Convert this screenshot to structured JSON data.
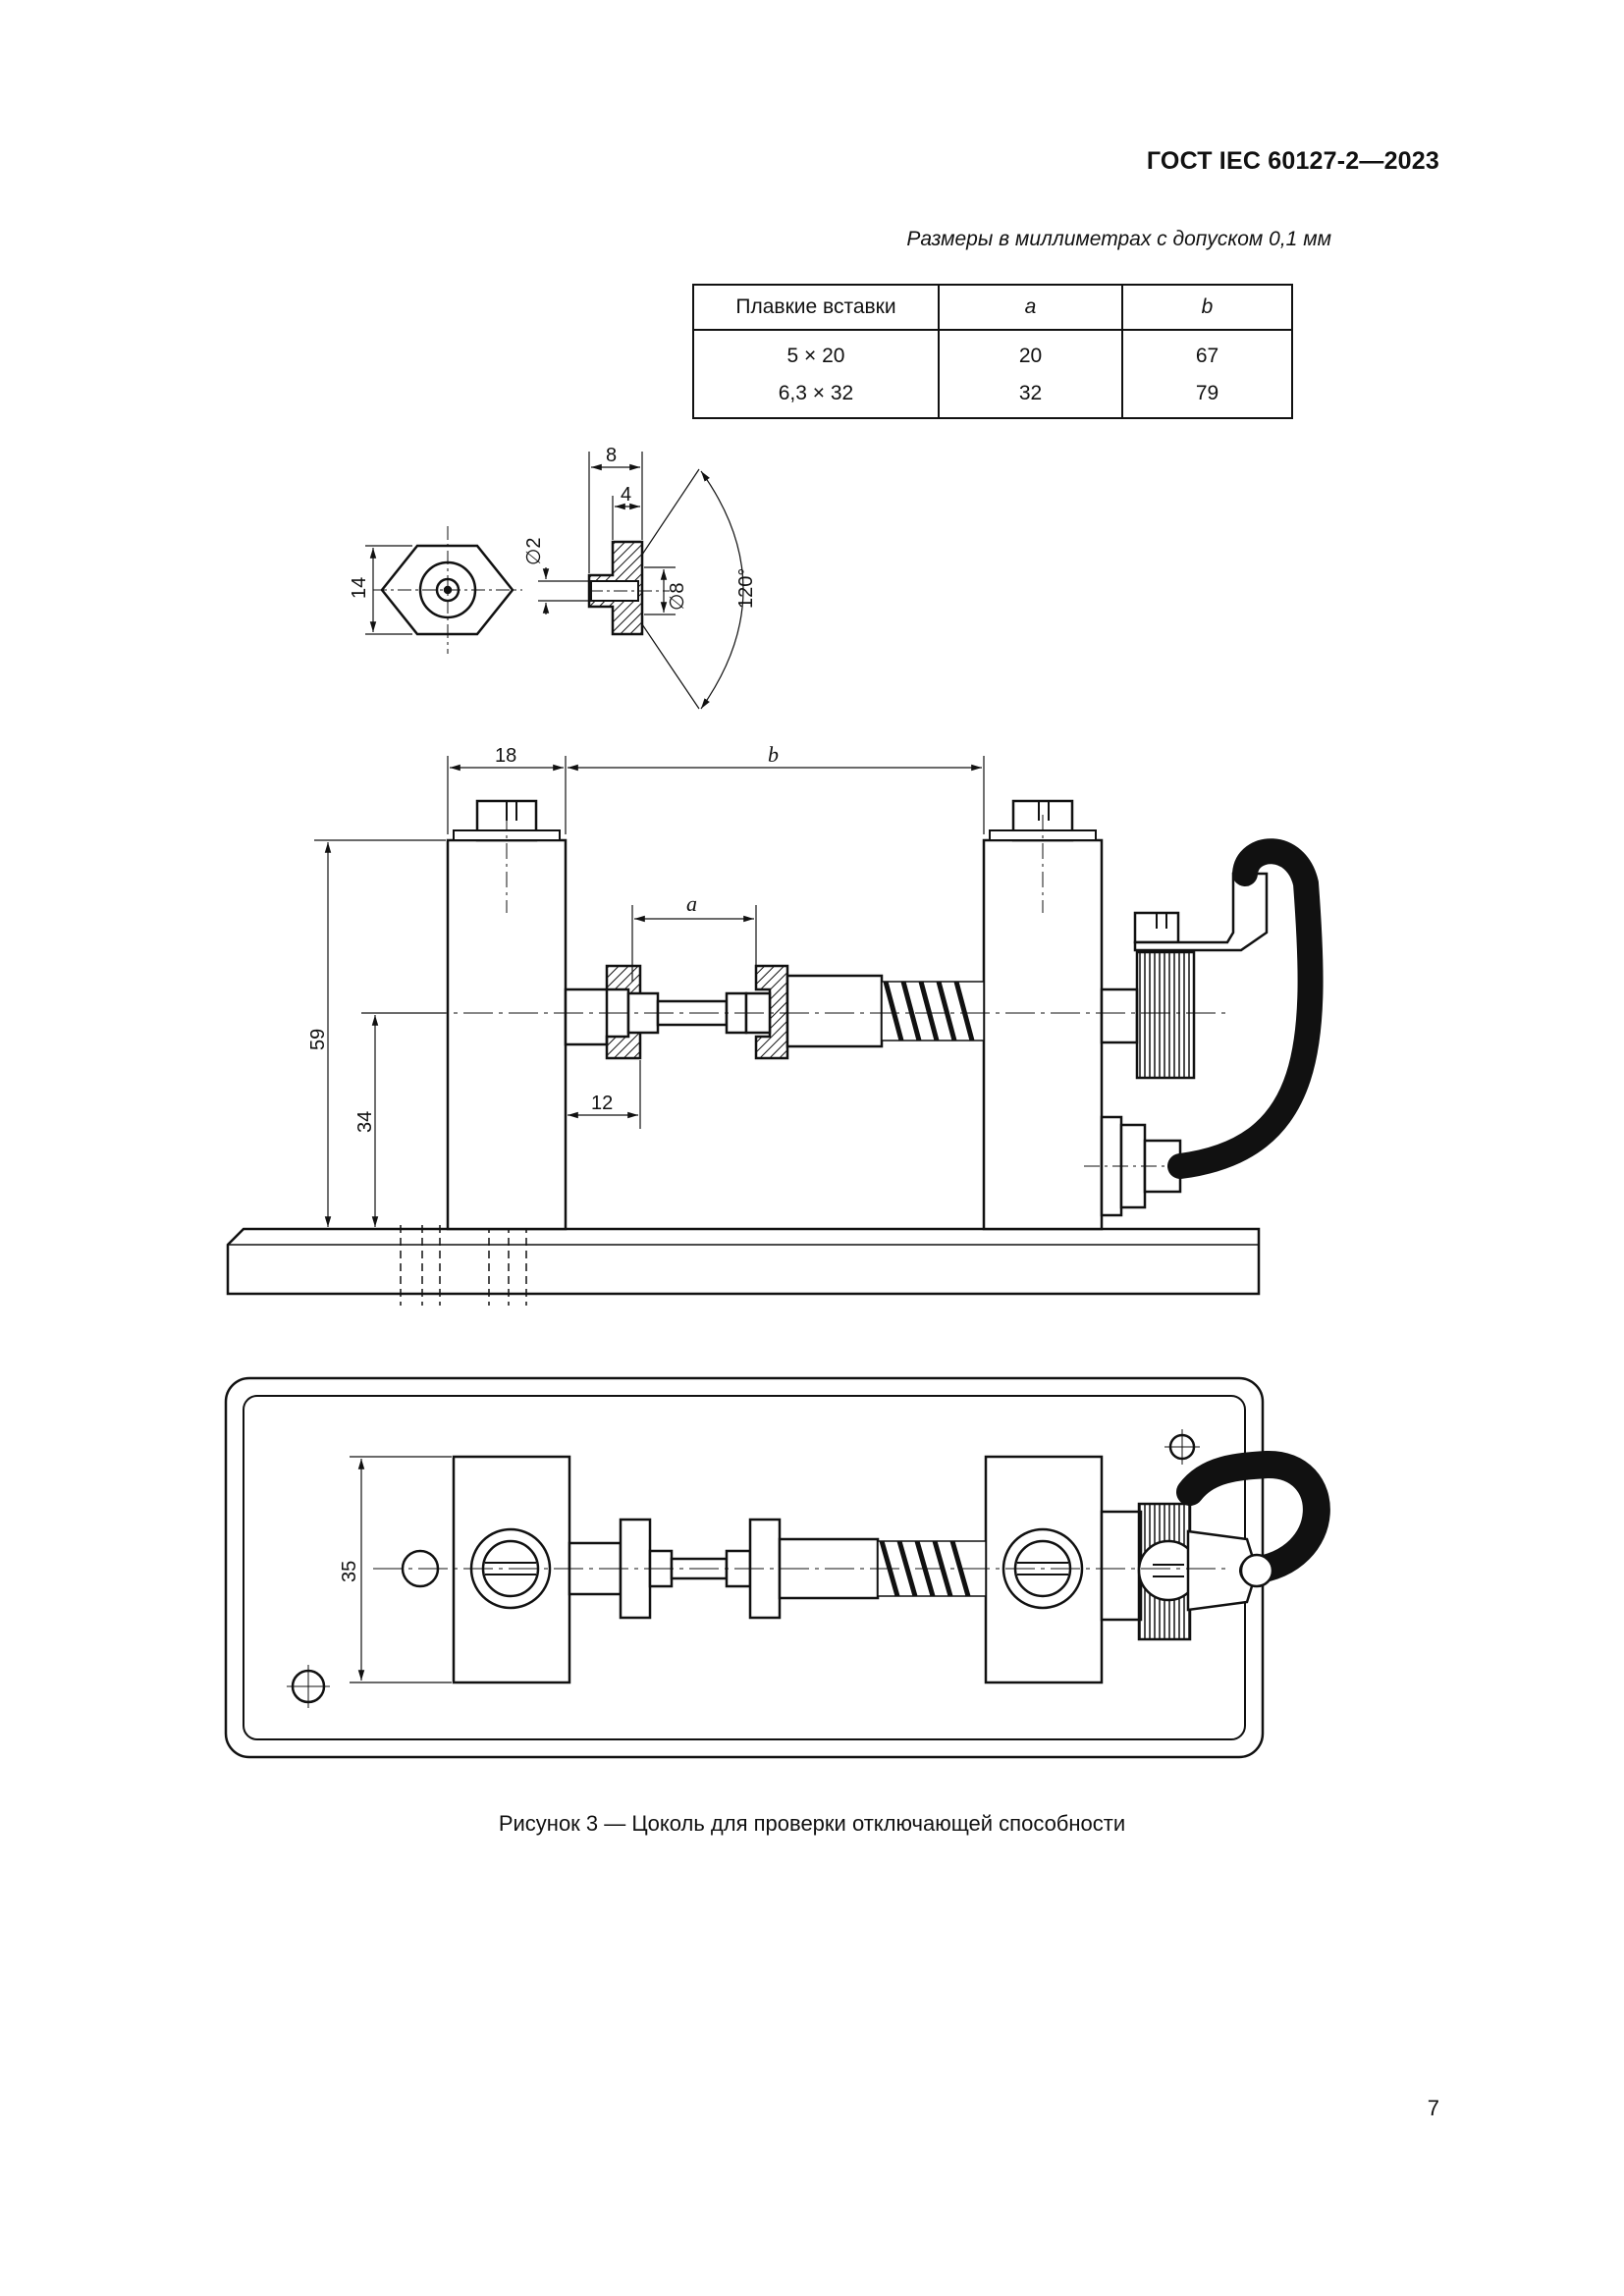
{
  "header": {
    "doc_code": "ГОСТ IEC 60127-2—2023"
  },
  "note": "Размеры в миллиметрах с допуском 0,1 мм",
  "table": {
    "headers": [
      "Плавкие вставки",
      "a",
      "b"
    ],
    "rows": [
      [
        "5 × 20",
        "20",
        "67"
      ],
      [
        "6,3 × 32",
        "32",
        "79"
      ]
    ]
  },
  "drawing": {
    "labels": {
      "d8": "8",
      "d4": "4",
      "d14": "14",
      "dia2": "∅2",
      "dia8": "∅8",
      "angle": "120°",
      "d18": "18",
      "b": "b",
      "a": "a",
      "d59": "59",
      "d34": "34",
      "d12": "12",
      "d35": "35"
    }
  },
  "caption": "Рисунок 3 — Цоколь для проверки отключающей способности",
  "page_number": "7"
}
